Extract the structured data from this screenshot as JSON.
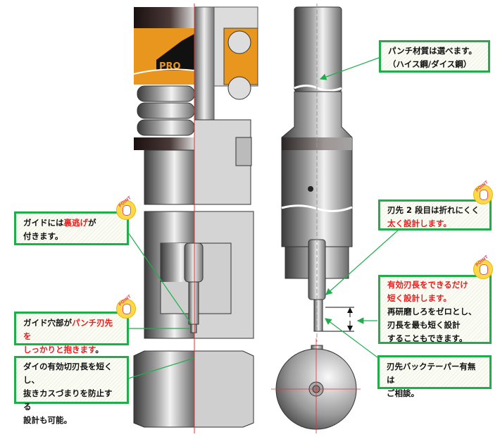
{
  "logo_text": "PRO",
  "badge_label": "POINT",
  "colors": {
    "callout_border": "#1fae4a",
    "emphasis": "#ee1c1c",
    "retainer": "#e8961e",
    "centerline": "#e53030"
  },
  "callouts": {
    "material": {
      "lines": [
        [
          "パンチ材質は選べます。"
        ],
        [
          "（ハイス鋼/ダイス鋼）"
        ]
      ]
    },
    "tip_second_stage": {
      "l1": "刃先 2 段目は折れにくく",
      "l2_red": "太く設計します。"
    },
    "effective_length": {
      "l1_red": "有効刃長をできるだけ",
      "l2_red": "短く設計します。",
      "l3": "再研磨しろをゼロとし、",
      "l4": "刃長を最も短く設計",
      "l5": "することもできます。"
    },
    "back_taper": {
      "l1": "刃先バックテーパー有無は",
      "l2": "ご相談。"
    },
    "guide_relief": {
      "l1_a": "ガイドには",
      "l1_red": "裏逃げ",
      "l1_b": "が",
      "l2": "付きます。"
    },
    "guide_hole": {
      "l1_a": "ガイド穴部が",
      "l1_red": "パンチ刃先を",
      "l2_red": "しっかりと抱きます",
      "l2_b": "。"
    },
    "die": {
      "l1": "ダイの有効切刃長を短くし、",
      "l2": "抜きカスづまりを防止する",
      "l3": "設計も可能。"
    }
  }
}
